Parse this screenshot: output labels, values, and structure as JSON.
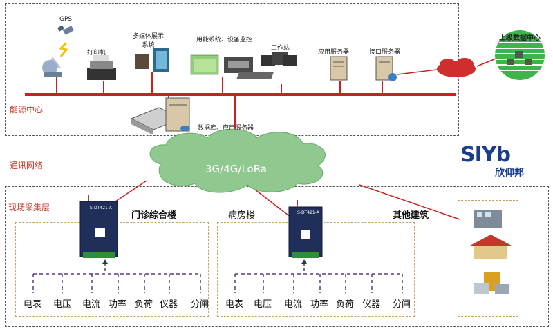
{
  "zones": {
    "energy_center": "能源中心",
    "comm_network": "通讯网络",
    "field_layer": "现场采集层"
  },
  "devices": {
    "gps": "GPS",
    "printer": "打印机",
    "multimedia": "多媒体展示\n系统",
    "energy_monitor": "用能系统、设备监控",
    "workstation": "工作站",
    "app_server": "应用服务器",
    "interface_server": "接口服务器",
    "db_server": "数据库、应用服务器",
    "upper_dc": "上级数据中心"
  },
  "network": {
    "cloud_label": "3G/4G/LoRa"
  },
  "brand": {
    "logo": "SIYb",
    "name": "欣仰邦"
  },
  "buildings": [
    {
      "name": "门诊综合楼",
      "gateway": "S-DT421-A"
    },
    {
      "name": "病房楼",
      "gateway": "S-DT421-A"
    },
    {
      "name": "其他建筑"
    }
  ],
  "meters": [
    "电表",
    "电压",
    "电流",
    "功率",
    "负荷",
    "仪器",
    "分闸"
  ],
  "colors": {
    "bus": "#cc1f1f",
    "zone_text": "#c0392b",
    "cloud": "#8fc98f",
    "dashed_purple": "#5a3d7a"
  }
}
